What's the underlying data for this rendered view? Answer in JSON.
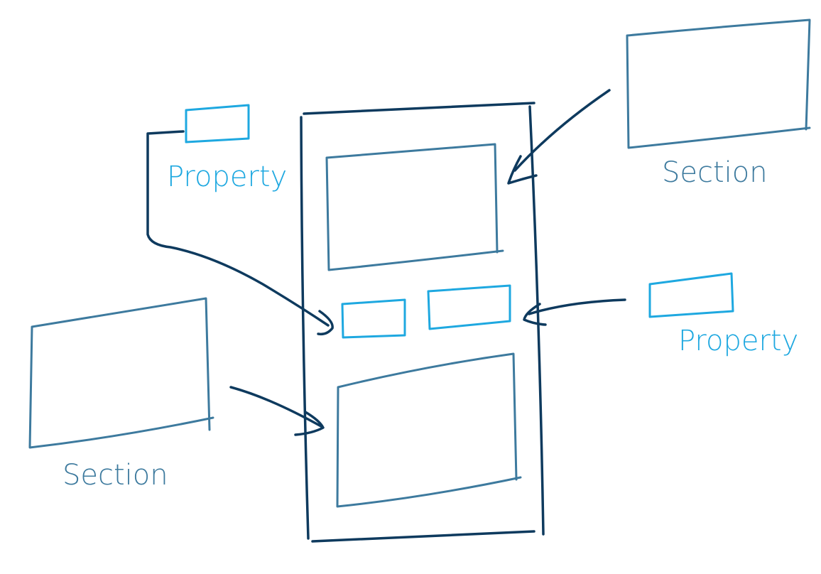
{
  "labels": {
    "section_top_right": "Section",
    "section_left": "Section",
    "property_top_left": "Property",
    "property_right": "Property"
  },
  "colors": {
    "frame": "#0e3a5e",
    "section": "#3d7a9e",
    "property": "#1ea8e0"
  }
}
